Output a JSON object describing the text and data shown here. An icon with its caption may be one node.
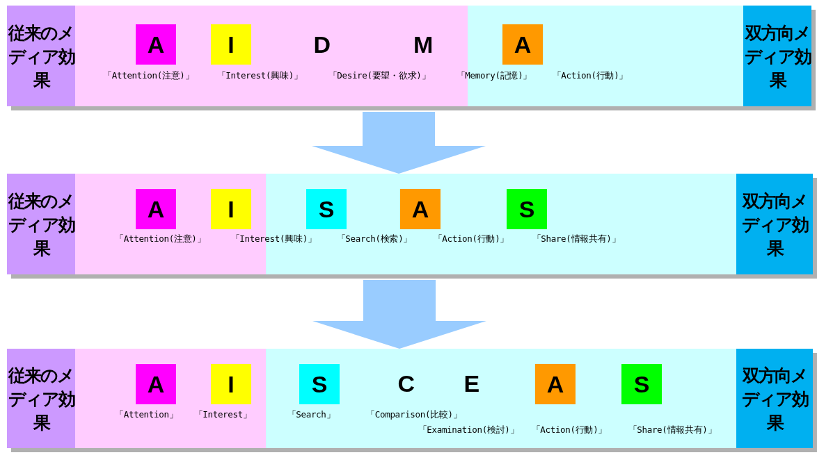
{
  "diagram": {
    "nodes": [
      {
        "text": [],
        "shape": "bar"
      },
      {
        "text": [
          "従来のメディア効果"
        ],
        "in": 0
      },
      {
        "text": [],
        "shape": "box",
        "in": 0
      },
      {
        "text": [
          "A"
        ],
        "in": 2,
        "beside": [
          "「Attention(注意)」"
        ]
      },
      {
        "text": [
          "I"
        ],
        "in": 2,
        "beside": [
          "「Interest(興味)」"
        ]
      },
      {
        "text": [],
        "shape": "box",
        "in": 0
      },
      {
        "text": [
          "A"
        ],
        "in": 5,
        "beside": [
          "「Action(行動)」"
        ]
      },
      {
        "text": [
          "双方向メディア効果"
        ],
        "in": 0
      },
      {
        "text": [],
        "shape": "bar"
      },
      {
        "text": [
          "従来のメディア効果"
        ],
        "in": 8
      },
      {
        "text": [],
        "shape": "box",
        "in": 8
      },
      {
        "text": [
          "A"
        ],
        "in": 10,
        "beside": [
          "「Attention(注意)」"
        ]
      },
      {
        "text": [
          "I"
        ],
        "in": 10,
        "beside": [
          "「Interest(興味)」"
        ]
      },
      {
        "text": [],
        "shape": "box",
        "in": 8
      },
      {
        "text": [
          "S"
        ],
        "in": 13,
        "beside": [
          "「Search(検索)」"
        ]
      },
      {
        "text": [
          "A"
        ],
        "in": 13,
        "beside": [
          "「Action(行動)」"
        ]
      },
      {
        "text": [
          "S"
        ],
        "in": 13,
        "beside": [
          "「Share(情報共有)」"
        ]
      },
      {
        "text": [
          "双方向メディア効果"
        ],
        "in": 8
      },
      {
        "text": [],
        "shape": "bar"
      },
      {
        "text": [
          "従来のメディア効果"
        ],
        "in": 18
      },
      {
        "text": [],
        "shape": "box",
        "in": 18
      },
      {
        "text": [
          "A"
        ],
        "in": 20,
        "beside": [
          "「Attention」"
        ]
      },
      {
        "text": [
          "I"
        ],
        "in": 20,
        "beside": [
          "「Interest」"
        ]
      },
      {
        "text": [],
        "shape": "box",
        "in": 18
      },
      {
        "text": [
          "S"
        ],
        "in": 23,
        "beside": [
          "「Search」"
        ]
      },
      {
        "text": [
          "A"
        ],
        "in": 23,
        "beside": [
          "「Action(行動)」"
        ]
      },
      {
        "text": [
          "S"
        ],
        "in": 23,
        "beside": [
          "「Share(情報共有)」"
        ]
      },
      {
        "text": [
          "双方向メディア効果"
        ],
        "in": 18
      }
    ],
    "edges": [
      {
        "from": 0,
        "to": 8,
        "arrow": "to"
      },
      {
        "from": 8,
        "to": 18,
        "arrow": "to"
      }
    ],
    "labels": [
      "D",
      "M",
      "「Desire(要望・欲求)」",
      "「Memory(記憶)」",
      "C",
      "E",
      "「Comparison(比較)」",
      "「Examination(検討)」"
    ]
  }
}
